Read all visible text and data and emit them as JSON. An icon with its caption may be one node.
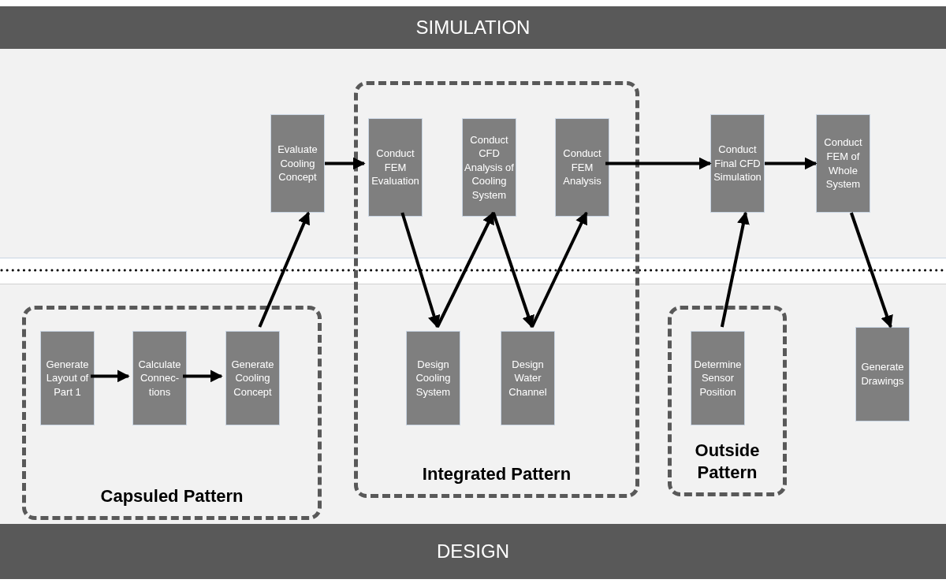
{
  "diagram": {
    "nodes": [
      {
        "text": [
          "SIMULATION"
        ]
      },
      {
        "text": [
          "Evaluate Cooling Concept"
        ]
      },
      {
        "text": [
          "Integrated Pattern"
        ]
      },
      {
        "text": [
          "Conduct FEM Evaluation"
        ],
        "in": 2
      },
      {
        "text": [
          "Conduct CFD Analysis of Cooling System"
        ],
        "in": 2
      },
      {
        "text": [
          "Conduct FEM Analysis"
        ],
        "in": 2
      },
      {
        "text": [
          "Design Cooling System"
        ],
        "in": 2
      },
      {
        "text": [
          "Design Water Channel"
        ],
        "in": 2
      },
      {
        "text": [
          "Conduct Final CFD Simulation"
        ]
      },
      {
        "text": [
          "Conduct FEM of Whole System"
        ]
      },
      {
        "text": [
          "Capsuled Pattern"
        ]
      },
      {
        "text": [
          "Generate Layout of Part 1"
        ],
        "in": 10
      },
      {
        "text": [
          "Calculate Connec- tions"
        ],
        "in": 10
      },
      {
        "text": [
          "Generate Cooling Concept"
        ],
        "in": 10
      },
      {
        "text": [
          "Outside Pattern"
        ]
      },
      {
        "text": [
          "Determine Sensor Position"
        ],
        "in": 14
      },
      {
        "text": [
          "Generate Drawings"
        ]
      },
      {
        "text": [
          "DESIGN"
        ]
      }
    ],
    "edges": [
      {
        "from": 11,
        "to": 12,
        "arrow": "to"
      },
      {
        "from": 12,
        "to": 13,
        "arrow": "to"
      },
      {
        "from": 13,
        "to": 1,
        "arrow": "to"
      },
      {
        "from": 1,
        "to": 3,
        "arrow": "to"
      },
      {
        "from": 3,
        "to": 6,
        "arrow": "to"
      },
      {
        "from": 6,
        "to": 4,
        "arrow": "to"
      },
      {
        "from": 4,
        "to": 7,
        "arrow": "to"
      },
      {
        "from": 7,
        "to": 5,
        "arrow": "to"
      },
      {
        "from": 5,
        "to": 8,
        "arrow": "to"
      },
      {
        "from": 15,
        "to": 8,
        "arrow": "to"
      },
      {
        "from": 8,
        "to": 9,
        "arrow": "to"
      },
      {
        "from": 9,
        "to": 16,
        "arrow": "to"
      }
    ]
  }
}
